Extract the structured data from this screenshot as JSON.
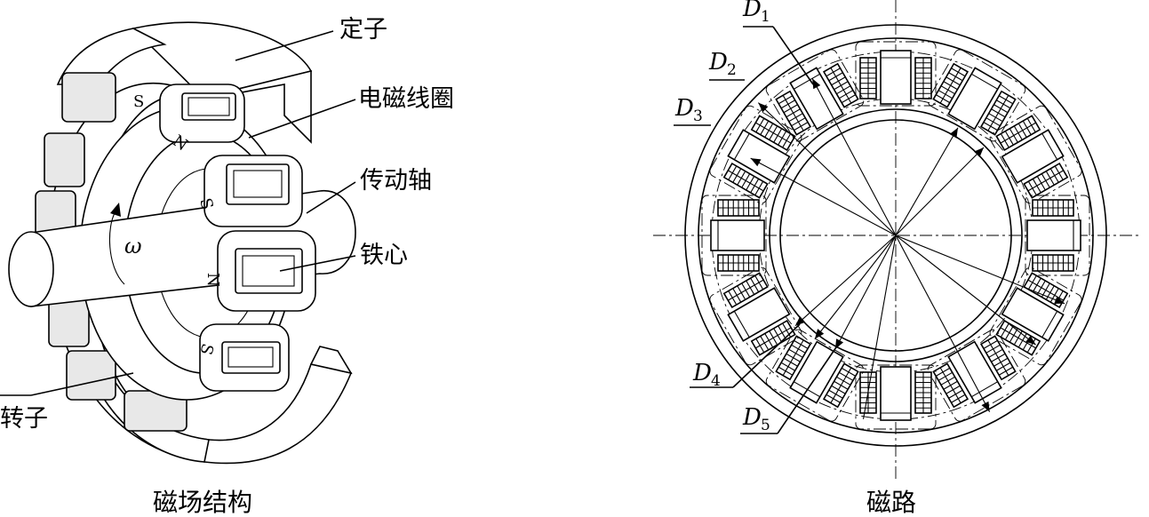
{
  "left_panel": {
    "caption": "磁场结构",
    "labels": {
      "stator": "定子",
      "coil": "电磁线圈",
      "shaft": "传动轴",
      "core": "铁心",
      "rotor": "转子"
    },
    "poles": [
      "S",
      "N",
      "S",
      "N",
      "S"
    ],
    "omega": "ω"
  },
  "right_panel": {
    "caption": "磁路",
    "diameters": [
      {
        "letter": "D",
        "sub": "1"
      },
      {
        "letter": "D",
        "sub": "2"
      },
      {
        "letter": "D",
        "sub": "3"
      },
      {
        "letter": "D",
        "sub": "4"
      },
      {
        "letter": "D",
        "sub": "5"
      }
    ]
  }
}
